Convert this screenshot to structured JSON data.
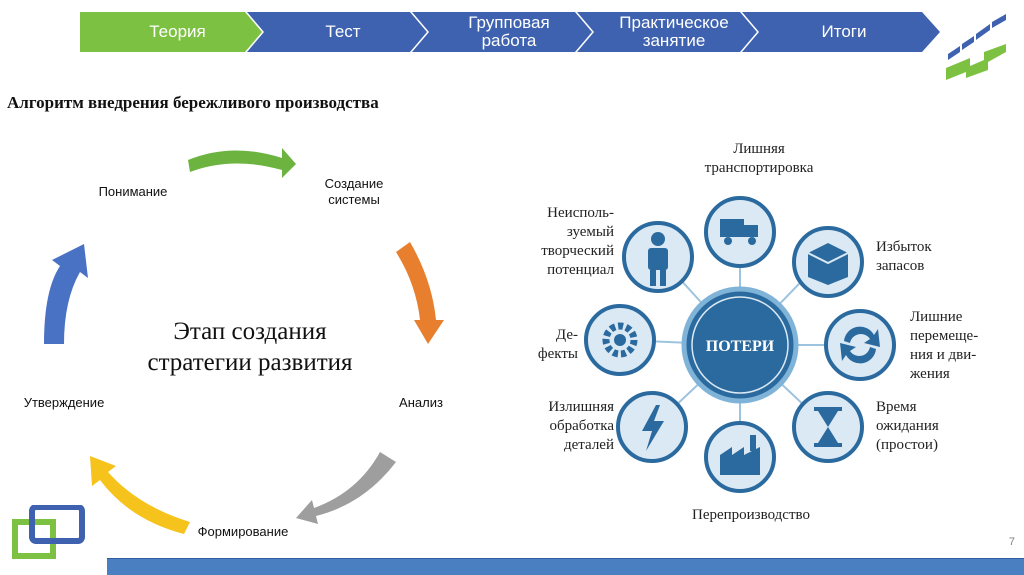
{
  "nav": {
    "steps": [
      {
        "label": "Теория",
        "color": "#7dc142"
      },
      {
        "label": "Тест",
        "color": "#3e62b0"
      },
      {
        "label": "Групповая\nработа",
        "color": "#3e62b0"
      },
      {
        "label": "Практическое\nзанятие",
        "color": "#3e62b0"
      },
      {
        "label": "Итоги",
        "color": "#3e62b0"
      }
    ]
  },
  "title": "Алгоритм внедрения бережливого производства",
  "cycle": {
    "center": "Этап создания\nстратегии развития",
    "stages": {
      "understanding": "Понимание",
      "system": "Создание\nсистемы",
      "analysis": "Анализ",
      "forming": "Формирование",
      "approval": "Утверждение"
    },
    "colors": {
      "green": "#6db33f",
      "orange": "#e87f2e",
      "gray": "#9e9e9e",
      "yellow": "#f6c21c",
      "blue": "#4a72c4"
    }
  },
  "losses": {
    "hub": "ПОТЕРИ",
    "items": {
      "transport": "Лишняя\nтранспортировка",
      "inventory": "Избыток\nзапасов",
      "motion": "Лишние\nперемеще-\nния и дви-\nжения",
      "waiting": "Время\nожидания\n(простои)",
      "overproduction": "Перепроизводство",
      "overprocessing": "Излишняя\nобработка\nдеталей",
      "defects": "Де-\nфекты",
      "talent": "Неисполь-\nзуемый\nтворческий\nпотенциал"
    },
    "colors": {
      "dark": "#2b6a9e",
      "ring": "#7fb3d8",
      "light": "#dbe9f5"
    }
  },
  "page_number": "7"
}
